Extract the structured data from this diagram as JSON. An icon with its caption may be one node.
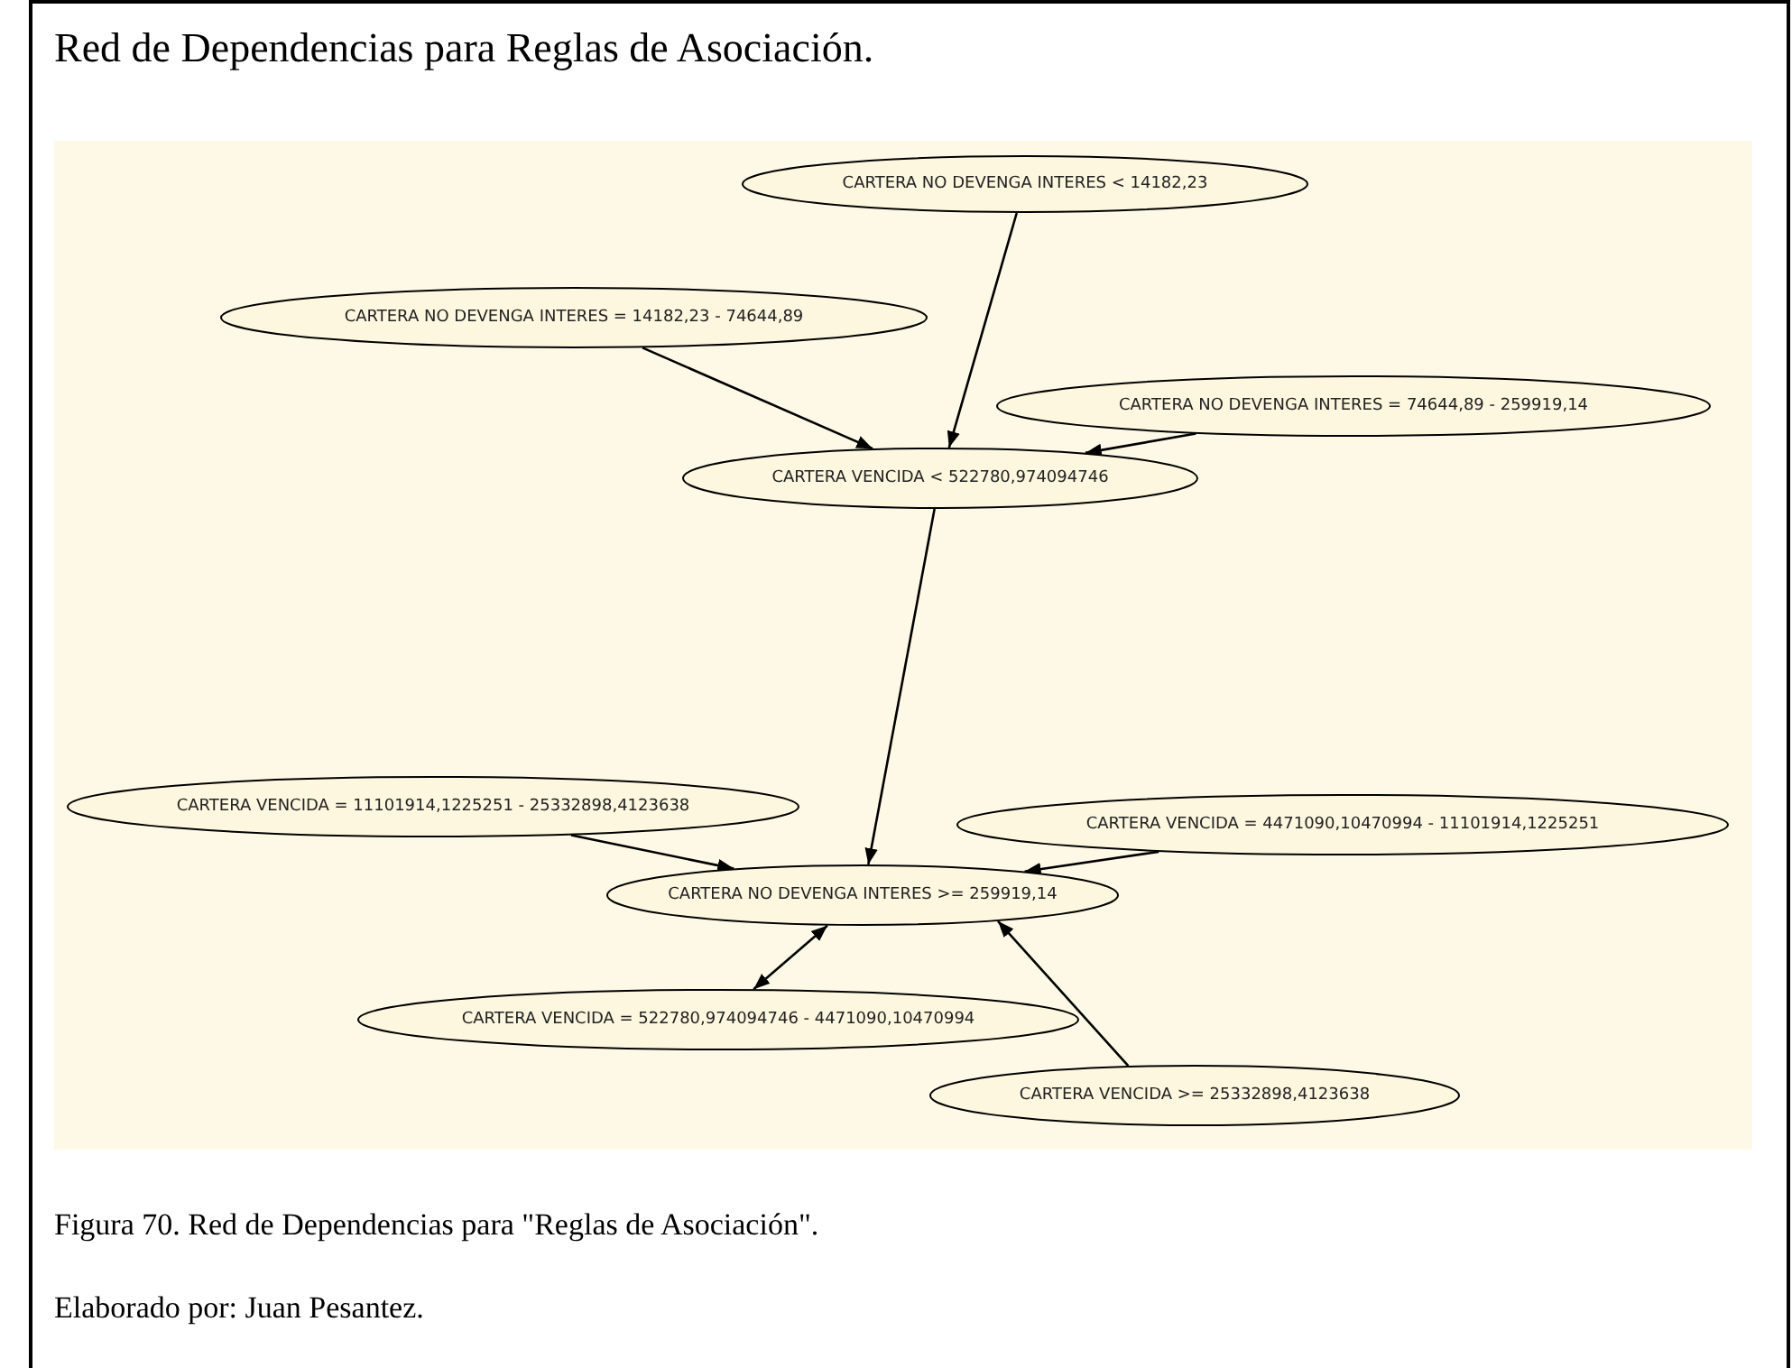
{
  "diagram": {
    "title": "Red de Dependencias para Reglas de Asociación.",
    "caption": "Figura 70. Red de Dependencias para \"Reglas de Asociación\".",
    "nodes": [
      {
        "text": [
          "CARTERA NO DEVENGA INTERES < 14182,23"
        ]
      },
      {
        "text": [
          "CARTERA NO DEVENGA INTERES = 14182,23 - 74644,89"
        ]
      },
      {
        "text": [
          "CARTERA NO DEVENGA INTERES = 74644,89 - 259919,14"
        ]
      },
      {
        "text": [
          "CARTERA VENCIDA < 522780,974094746"
        ]
      },
      {
        "text": [
          "CARTERA VENCIDA = 11101914,1225251 - 25332898,4123638"
        ]
      },
      {
        "text": [
          "CARTERA VENCIDA = 4471090,10470994 - 11101914,1225251"
        ]
      },
      {
        "text": [
          "CARTERA NO DEVENGA INTERES >= 259919,14"
        ]
      },
      {
        "text": [
          "CARTERA VENCIDA = 522780,974094746 - 4471090,10470994"
        ]
      },
      {
        "text": [
          "CARTERA VENCIDA >= 25332898,4123638"
        ]
      }
    ],
    "edges": [
      {
        "from": 0,
        "to": 3,
        "arrow": "to"
      },
      {
        "from": 1,
        "to": 3,
        "arrow": "to"
      },
      {
        "from": 2,
        "to": 3,
        "arrow": "to"
      },
      {
        "from": 3,
        "to": 6,
        "arrow": "to"
      },
      {
        "from": 4,
        "to": 6,
        "arrow": "to"
      },
      {
        "from": 5,
        "to": 6,
        "arrow": "to"
      },
      {
        "from": 7,
        "to": 6,
        "arrow": "both"
      },
      {
        "from": 8,
        "to": 6,
        "arrow": "to"
      }
    ],
    "labels": [
      "Elaborado por: Juan Pesantez."
    ]
  }
}
